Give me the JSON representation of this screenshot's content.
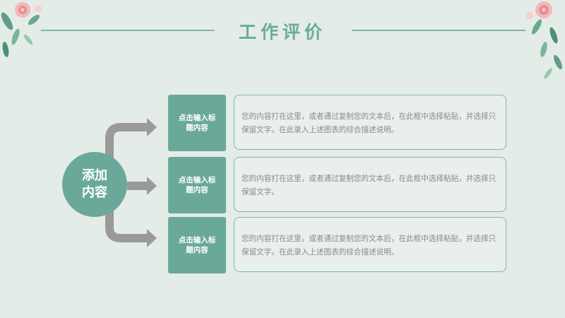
{
  "slide": {
    "title": "工作评价",
    "hub_label": "添加内容",
    "items": [
      {
        "label": "点击输入标题内容",
        "text": "您的内容打在这里，或者通过复制您的文本后，在此框中选择粘贴，并选择只保留文字。在此录入上述图表的综合描述说明。"
      },
      {
        "label": "点击输入标题内容",
        "text": "您的内容打在这里，或者通过复制您的文本后，在此框中选择粘贴，并选择只保留文字。"
      },
      {
        "label": "点击输入标题内容",
        "text": "您的内容打在这里，或者通过复制您的文本后，在此框中选择粘贴，并选择只保留文字。在此录入上述图表的综合描述说明。"
      }
    ]
  },
  "colors": {
    "background": "#e4ece8",
    "accent": "#6aa999",
    "line": "#7fb6a6",
    "arrow": "#9a9a9a",
    "text": "#8a8a8a"
  },
  "icons": {
    "top_left": "floral-corner-icon",
    "top_right": "floral-corner-icon"
  }
}
